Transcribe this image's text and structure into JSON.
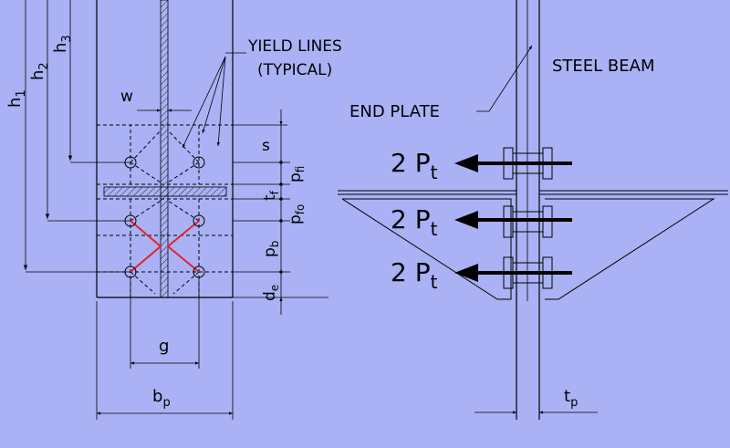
{
  "diagram": {
    "dimensions": {
      "h1": "h",
      "h1_sub": "1",
      "h2": "h",
      "h2_sub": "2",
      "h3": "h",
      "h3_sub": "3",
      "w": "w",
      "s": "s",
      "pfi": "p",
      "pfi_sub": "fi",
      "tf": "t",
      "tf_sub": "f",
      "pfo": "p",
      "pfo_sub": "fo",
      "pb": "p",
      "pb_sub": "b",
      "de": "d",
      "de_sub": "e",
      "g": "g",
      "bp": "b",
      "bp_sub": "p",
      "tp": "t",
      "tp_sub": "p"
    },
    "labels": {
      "yield_lines_1": "YIELD LINES",
      "yield_lines_2": "(TYPICAL)",
      "steel_beam": "STEEL BEAM",
      "end_plate": "END PLATE",
      "force_1": "2 P",
      "force_2": "2 P",
      "force_3": "2 P",
      "force_sub": "t"
    },
    "colors": {
      "background": "#aab2f5",
      "yield_line_highlight": "#e8202a"
    }
  }
}
